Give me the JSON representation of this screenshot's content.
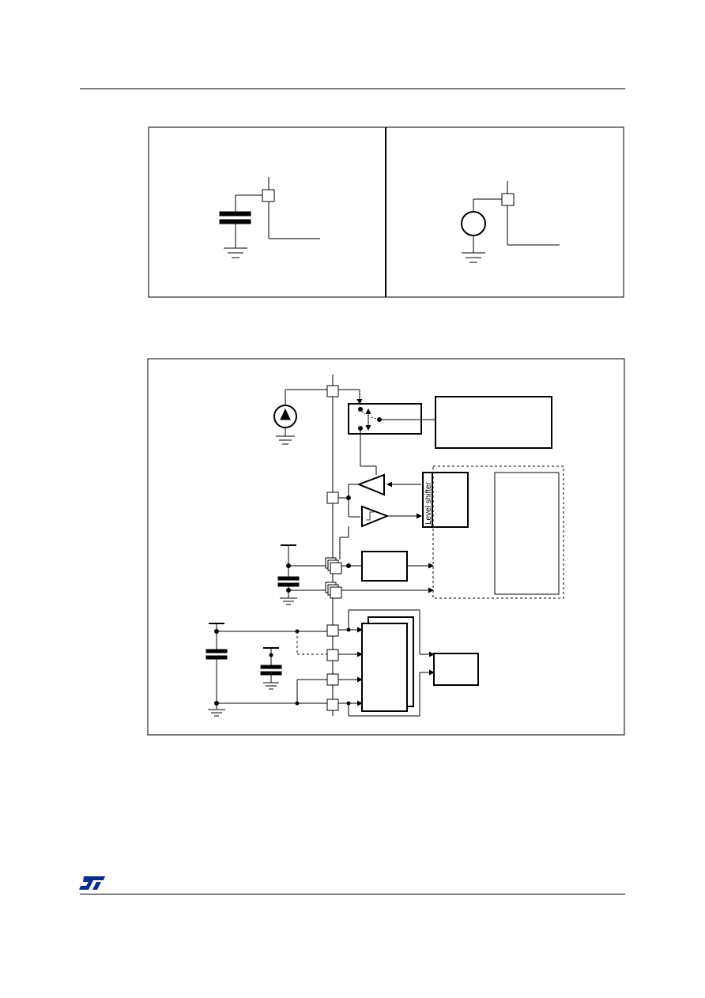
{
  "page": {
    "logo": {
      "text": "ST",
      "color": "#0a2d8c"
    }
  },
  "figure_load_circuits": {
    "left_panel": {
      "components": [
        "pin",
        "capacitor",
        "ground"
      ]
    },
    "right_panel": {
      "components": [
        "pin",
        "voltage-source",
        "ground"
      ]
    }
  },
  "figure_power_supply": {
    "level_shifter_label": "Level shifter",
    "components": [
      "current-source",
      "analog-switch",
      "output-buffer",
      "schmitt-trigger-input",
      "decoupling-capacitors",
      "pins",
      "regulator-block",
      "logic-domain"
    ]
  }
}
